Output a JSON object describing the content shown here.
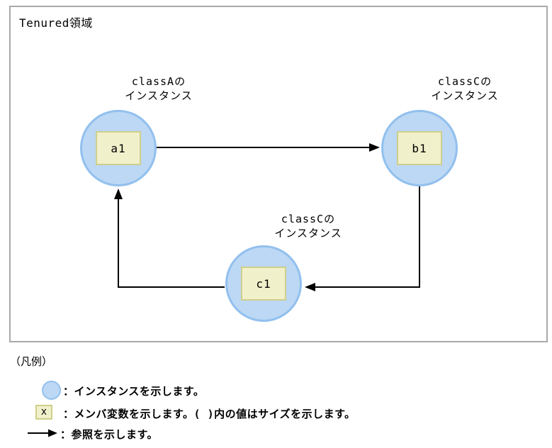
{
  "diagram": {
    "area_title": "Tenured領域",
    "nodes": [
      {
        "id": "a1",
        "member_label": "a1",
        "class_line1": "classAの",
        "class_line2": "インスタンス"
      },
      {
        "id": "b1",
        "member_label": "b1",
        "class_line1": "classCの",
        "class_line2": "インスタンス"
      },
      {
        "id": "c1",
        "member_label": "c1",
        "class_line1": "classCの",
        "class_line2": "インスタンス"
      }
    ],
    "references": [
      {
        "from": "a1",
        "to": "b1"
      },
      {
        "from": "b1",
        "to": "c1"
      },
      {
        "from": "c1",
        "to": "a1"
      }
    ]
  },
  "legend": {
    "title": "（凡例）",
    "items": [
      {
        "symbol": "instance-circle-icon",
        "text": "：インスタンスを示します。"
      },
      {
        "symbol": "member-variable-box-icon",
        "symbol_label": "x",
        "text": "：メンバ変数を示します。( )内の値はサイズを示します。"
      },
      {
        "symbol": "reference-arrow-icon",
        "text": "：参照を示します。"
      }
    ]
  },
  "colors": {
    "instance_fill": "#bcd8f4",
    "instance_border": "#92c0ee",
    "member_box_fill": "#f0f0cb",
    "member_box_border": "#cfcf8a",
    "frame_border": "#a9a9a9",
    "arrow": "#000000"
  }
}
